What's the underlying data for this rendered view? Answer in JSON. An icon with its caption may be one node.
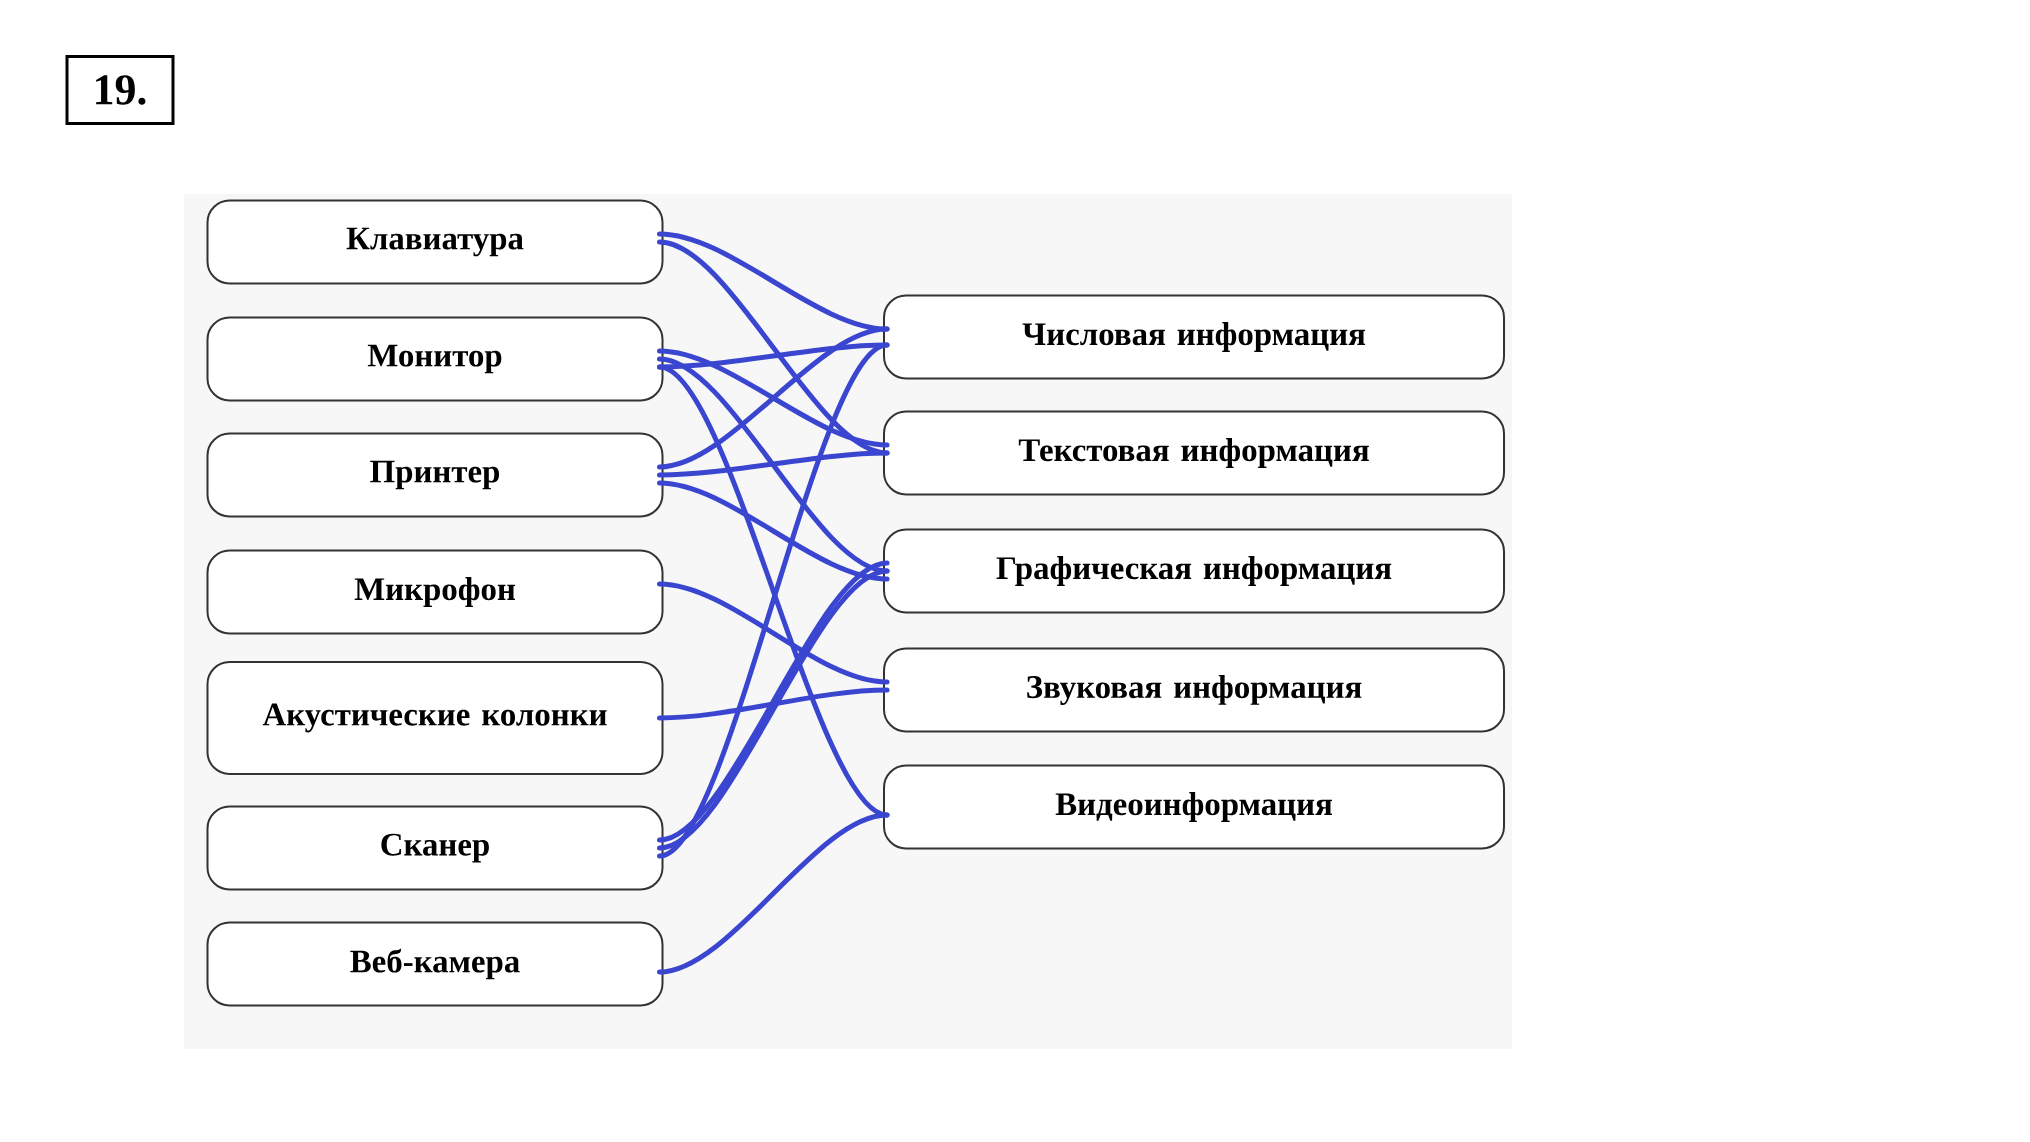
{
  "diagram": {
    "nodes": [
      {
        "text": [
          "Клавиатура"
        ]
      },
      {
        "text": [
          "Монитор"
        ]
      },
      {
        "text": [
          "Принтер"
        ]
      },
      {
        "text": [
          "Микрофон"
        ]
      },
      {
        "text": [
          "Акустические колонки"
        ]
      },
      {
        "text": [
          "Сканер"
        ]
      },
      {
        "text": [
          "Веб-камера"
        ]
      },
      {
        "text": [
          "Числовая информация"
        ]
      },
      {
        "text": [
          "Текстовая информация"
        ]
      },
      {
        "text": [
          "Графическая информация"
        ]
      },
      {
        "text": [
          "Звуковая информация"
        ]
      },
      {
        "text": [
          "Видеоинформация"
        ]
      }
    ],
    "edges": [
      {
        "from": 0,
        "to": 7,
        "arrow": "none"
      },
      {
        "from": 0,
        "to": 8,
        "arrow": "none"
      },
      {
        "from": 1,
        "to": 7,
        "arrow": "none"
      },
      {
        "from": 1,
        "to": 8,
        "arrow": "none"
      },
      {
        "from": 1,
        "to": 9,
        "arrow": "none"
      },
      {
        "from": 1,
        "to": 11,
        "arrow": "none"
      },
      {
        "from": 2,
        "to": 7,
        "arrow": "none"
      },
      {
        "from": 2,
        "to": 8,
        "arrow": "none"
      },
      {
        "from": 2,
        "to": 9,
        "arrow": "none"
      },
      {
        "from": 3,
        "to": 10,
        "arrow": "none"
      },
      {
        "from": 4,
        "to": 10,
        "arrow": "none"
      },
      {
        "from": 5,
        "to": 7,
        "arrow": "none"
      },
      {
        "from": 5,
        "to": 9,
        "arrow": "none"
      },
      {
        "from": 5,
        "to": 9,
        "arrow": "none"
      },
      {
        "from": 6,
        "to": 11,
        "arrow": "none"
      }
    ],
    "labels": [
      "19."
    ]
  }
}
